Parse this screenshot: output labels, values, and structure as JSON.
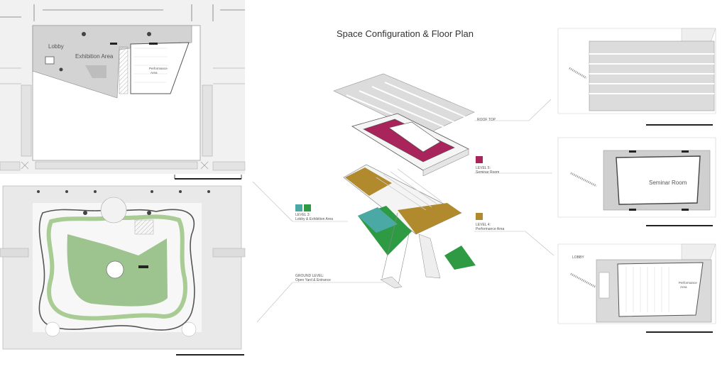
{
  "title": "Space Configuration & Floor Plan",
  "labels": {
    "roof_top": "ROOF TOP",
    "level5_a": "LEVEL 5:",
    "level5_b": "Seminar Room",
    "level3_a": "LEVEL 3:",
    "level3_b": "Lobby & Exhibition Area",
    "level4_a": "LEVEL 4:",
    "level4_b": "Performance Area",
    "ground_a": "GROUND LEVEL:",
    "ground_b": "Open Yard & Entrance"
  },
  "plan_labels": {
    "lobby": "Lobby",
    "exhibition": "Exhibition Area",
    "performance_a": "Performance",
    "performance_b": "Area",
    "seminar_room": "Seminar Room",
    "lobby_small": "LOBBY",
    "performance_small_a": "Performance",
    "performance_small_b": "Area"
  },
  "colors": {
    "magenta": "#a8245a",
    "teal": "#4aa9a4",
    "green": "#2e9a43",
    "olive": "#b08a2c",
    "lawn": "#9dc48f",
    "grey": "#d6d6d6"
  }
}
